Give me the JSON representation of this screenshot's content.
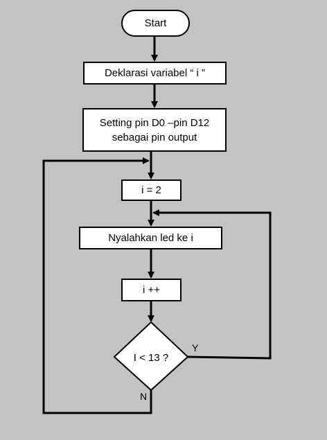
{
  "flowchart": {
    "start": "Start",
    "declare": "Deklarasi variabel “ i ”",
    "setting": "Setting pin D0 –pin D12\nsebagai pin output",
    "init": "i = 2",
    "led_on": "Nyalahkan led ke i",
    "increment": "i ++",
    "decision": "I < 13 ?",
    "yes_label": "Y",
    "no_label": "N"
  },
  "colors": {
    "background": "#c3c3c3",
    "box_fill": "#ffffff",
    "stroke": "#000000"
  }
}
